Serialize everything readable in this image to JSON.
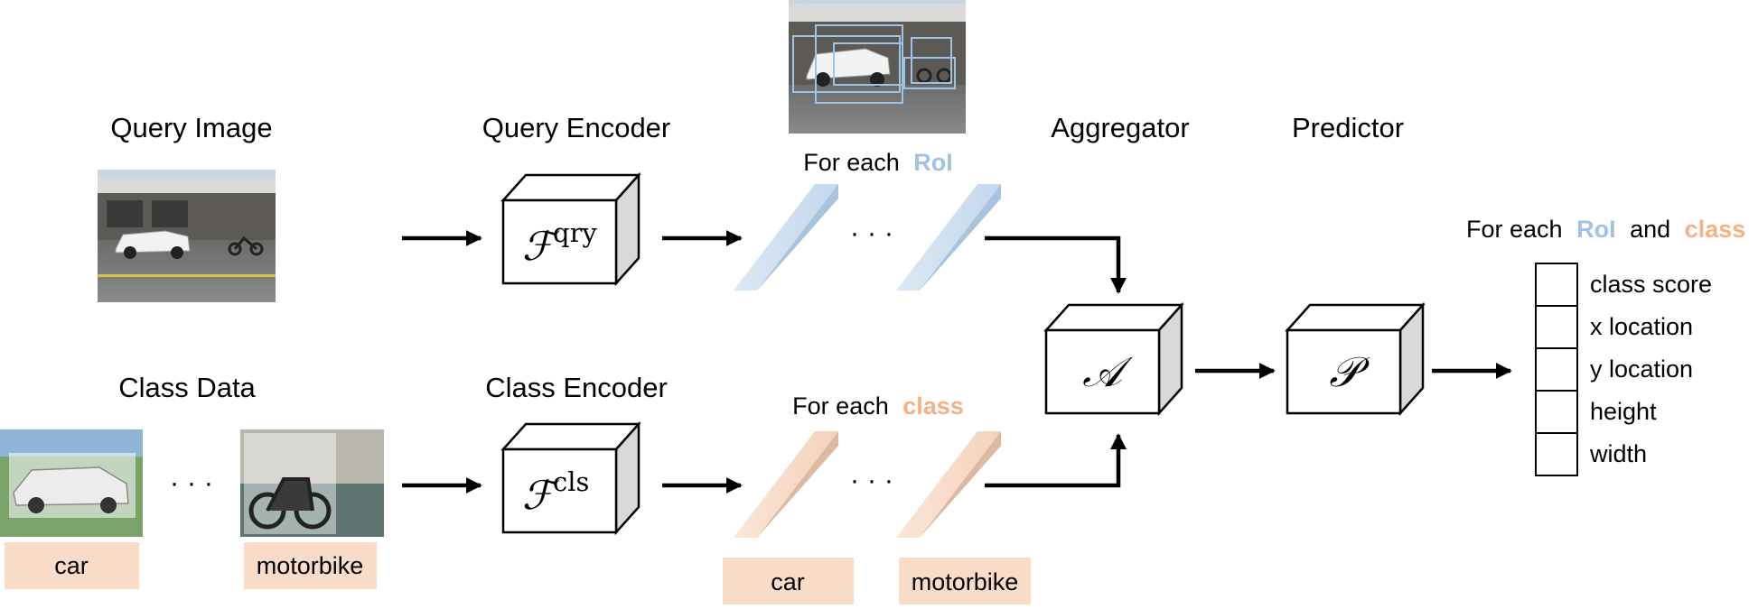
{
  "query_image": {
    "title": "Query Image"
  },
  "query_encoder": {
    "title": "Query Encoder",
    "symbol": "ℱ",
    "superscript": "qry"
  },
  "class_data": {
    "title": "Class Data",
    "ellipsis": "· · ·",
    "tags": [
      "car",
      "motorbike"
    ]
  },
  "class_encoder": {
    "title": "Class Encoder",
    "symbol": "ℱ",
    "superscript": "cls"
  },
  "roi_features": {
    "prefix": "For each",
    "highlight": "RoI",
    "ellipsis": "· · ·"
  },
  "class_features": {
    "prefix": "For each",
    "highlight": "class",
    "ellipsis": "· · ·",
    "tags": [
      "car",
      "motorbike"
    ]
  },
  "aggregator": {
    "title": "Aggregator",
    "symbol": "𝒜"
  },
  "predictor": {
    "title": "Predictor",
    "symbol": "𝒫"
  },
  "output": {
    "prefix": "For each",
    "highlight_roi": "RoI",
    "joiner": "and",
    "highlight_class": "class",
    "fields": [
      "class score",
      "x location",
      "y location",
      "height",
      "width"
    ]
  },
  "colors": {
    "roi_blue": "#9fc3e4",
    "class_orange": "#f4b183",
    "tag_bg": "#f9dcc8",
    "cube_side": "#d9d9d9"
  }
}
